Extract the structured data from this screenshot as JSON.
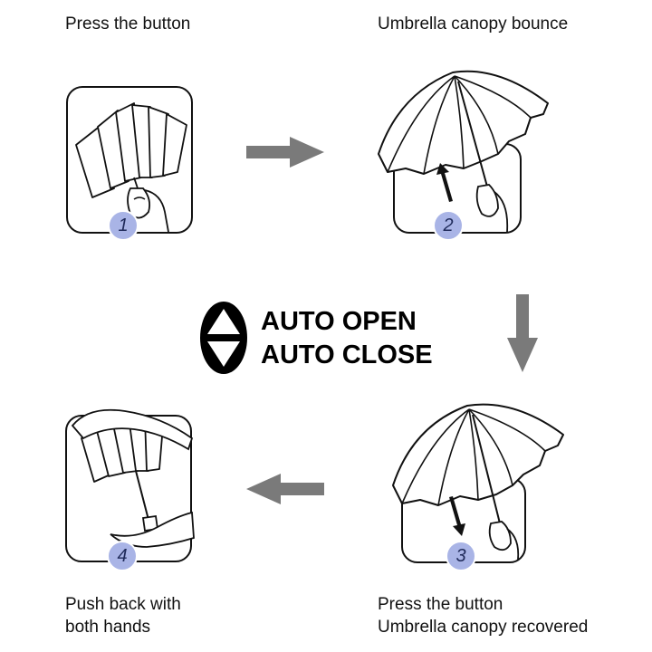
{
  "steps": [
    {
      "number": "1",
      "caption": [
        "Press the button"
      ]
    },
    {
      "number": "2",
      "caption": [
        "Umbrella canopy bounce"
      ]
    },
    {
      "number": "3",
      "caption": [
        "Press the button",
        "Umbrella canopy recovered"
      ]
    },
    {
      "number": "4",
      "caption": [
        "Push back with",
        "both hands"
      ]
    }
  ],
  "center": {
    "line1": "AUTO OPEN",
    "line2": "AUTO CLOSE"
  },
  "colors": {
    "badge": "#a9b4e6",
    "arrow": "#7a7a7a",
    "line": "#111111"
  },
  "icons": [
    "up-down-arrows-icon",
    "arrow-right-icon",
    "arrow-down-icon",
    "arrow-left-icon",
    "arrow-up-small-icon",
    "arrow-down-small-icon"
  ]
}
